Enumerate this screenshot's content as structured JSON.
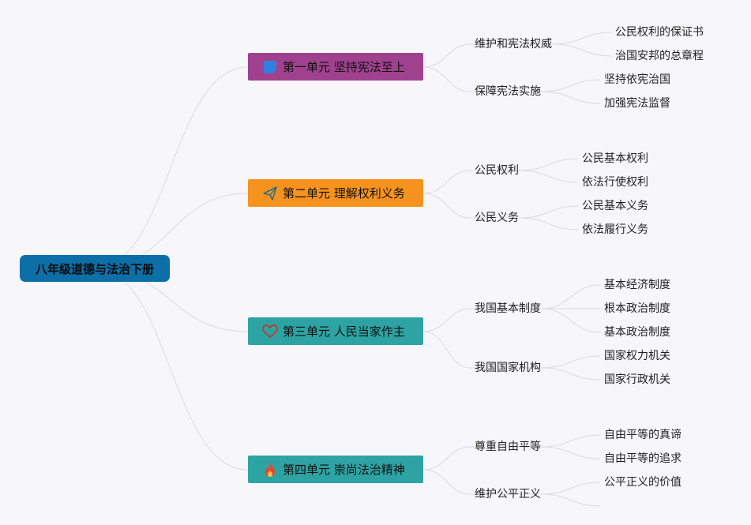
{
  "root": {
    "label": "八年级道德与法治下册"
  },
  "colors": {
    "root": "#0d6fa8",
    "unit1": "#a0418e",
    "unit2": "#f6921e",
    "unit3": "#2ea3a3",
    "unit4": "#2ea3a3",
    "line": "#dadbe0"
  },
  "units": [
    {
      "label": "第一单元 坚持宪法至上",
      "icon": "flag-icon",
      "topics": [
        {
          "label": "维护和宪法权威",
          "items": [
            "公民权利的保证书",
            "治国安邦的总章程"
          ]
        },
        {
          "label": "保障宪法实施",
          "items": [
            "坚持依宪治国",
            "加强宪法监督"
          ]
        }
      ]
    },
    {
      "label": "第二单元 理解权利义务",
      "icon": "paper-plane-icon",
      "topics": [
        {
          "label": "公民权利",
          "items": [
            "公民基本权利",
            "依法行使权利"
          ]
        },
        {
          "label": "公民义务",
          "items": [
            "公民基本义务",
            "依法履行义务"
          ]
        }
      ]
    },
    {
      "label": "第三单元 人民当家作主",
      "icon": "heart-icon",
      "topics": [
        {
          "label": "我国基本制度",
          "items": [
            "基本经济制度",
            "根本政治制度",
            "基本政治制度"
          ]
        },
        {
          "label": "我国国家机构",
          "items": [
            "国家权力机关",
            "国家行政机关"
          ]
        }
      ]
    },
    {
      "label": "第四单元 崇尚法治精神",
      "icon": "fire-icon",
      "topics": [
        {
          "label": "尊重自由平等",
          "items": [
            "自由平等的真谛",
            "自由平等的追求"
          ]
        },
        {
          "label": "维护公平正义",
          "items": [
            "公平正义的价值",
            ""
          ]
        }
      ]
    }
  ]
}
